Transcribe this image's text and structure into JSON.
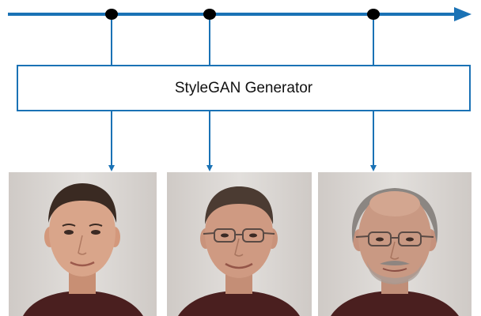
{
  "generator": {
    "label": "StyleGAN Generator"
  },
  "colors": {
    "line": "#1a72b5",
    "node": "#000000",
    "box_border": "#1a72b5",
    "wall": "#d9d6d3",
    "shirt": "#4a1f1f",
    "skin_young": "#d9a58a",
    "skin_mid": "#cf9a82",
    "skin_old": "#c99983",
    "hair_dark": "#3a2a22",
    "hair_mid": "#4b3b32",
    "hair_gray": "#8b8682"
  },
  "faces": [
    {
      "name": "face-young",
      "age_stage": "young",
      "glasses": false,
      "beard": false
    },
    {
      "name": "face-middle",
      "age_stage": "middle",
      "glasses": true,
      "beard": false
    },
    {
      "name": "face-old",
      "age_stage": "old",
      "glasses": true,
      "beard": true
    }
  ]
}
